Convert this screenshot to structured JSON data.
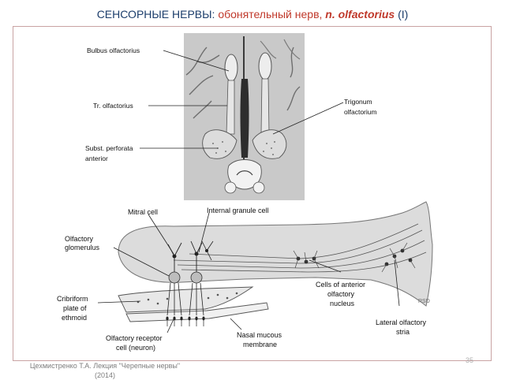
{
  "title": {
    "main": "СЕНСОРНЫЕ НЕРВЫ: ",
    "sub": "обонятельный нерв, ",
    "latin": "n. olfactorius",
    "num": " (I)"
  },
  "top_figure": {
    "labels": {
      "bulbus": "Bulbus olfactorius",
      "tractus": "Tr. olfactorius",
      "perforata_1": "Subst. perforata",
      "perforata_2": "anterior",
      "trigonum_1": "Trigonum",
      "trigonum_2": "olfactorium"
    }
  },
  "bottom_figure": {
    "labels": {
      "mitral": "Mitral cell",
      "granule": "Internal granule cell",
      "glomerulus_1": "Olfactory",
      "glomerulus_2": "glomerulus",
      "cribriform_1": "Cribriform",
      "cribriform_2": "plate of",
      "cribriform_3": "ethmoid",
      "receptor_1": "Olfactory receptor",
      "receptor_2": "cell (neuron)",
      "mucous_1": "Nasal mucous",
      "mucous_2": "membrane",
      "anterior_1": "Cells of anterior",
      "anterior_2": "olfactory",
      "anterior_3": "nucleus",
      "stria_1": "Lateral olfactory",
      "stria_2": "stria",
      "signature": "RSD"
    }
  },
  "footer": {
    "line1": "Цехмистренко Т.А. Лекция \"Черепные нервы\"",
    "line2": "(2014)"
  },
  "page_number": "35"
}
